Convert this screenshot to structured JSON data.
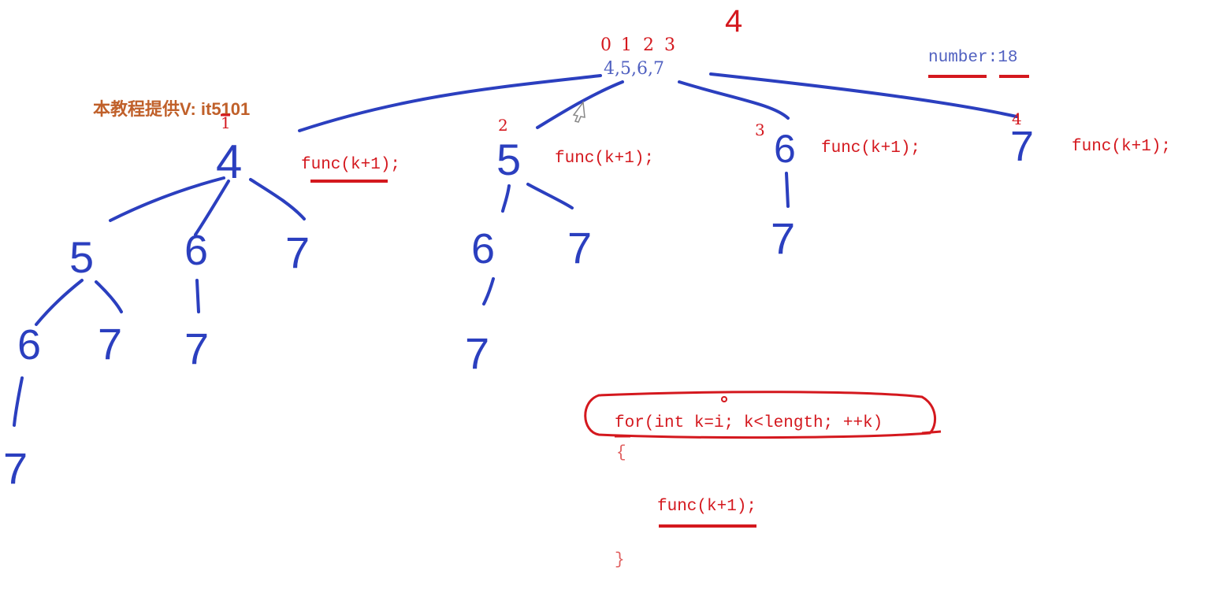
{
  "colors": {
    "blue": "#2b3fbf",
    "red": "#d4181e",
    "watermark": "#c0602a",
    "text_blue": "#5060c0"
  },
  "header": {
    "big_number": "4",
    "indices": [
      "0",
      "1",
      "2",
      "3"
    ],
    "array": "4,5,6,7",
    "counter": "number:18"
  },
  "watermark": "本教程提供V: it5101",
  "tree": {
    "branch_labels": [
      "1",
      "2",
      "3",
      "4"
    ],
    "level1": [
      "4",
      "5",
      "6",
      "7"
    ],
    "calls": [
      "func(k+1);",
      "func(k+1);",
      "func(k+1);",
      "func(k+1);"
    ],
    "under_4": [
      "5",
      "6",
      "7"
    ],
    "under_4_5": [
      "6",
      "7"
    ],
    "under_4_5_6": [
      "7"
    ],
    "under_4_6": [
      "7"
    ],
    "under_5": [
      "6",
      "7"
    ],
    "under_5_6": [
      "7"
    ],
    "under_6": [
      "7"
    ]
  },
  "code": {
    "for_line": "for(int k=i; k<length; ++k)",
    "open_brace": "{",
    "body": "func(k+1);",
    "close_brace": "}"
  }
}
